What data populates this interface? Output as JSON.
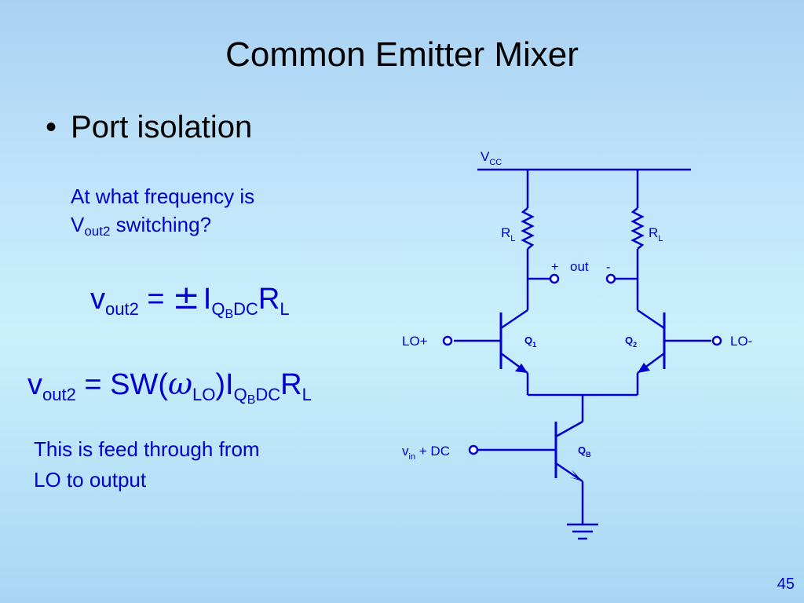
{
  "slide": {
    "title": "Common Emitter Mixer",
    "bullet": "Port isolation",
    "question_line1": "At what frequency is",
    "question_v": "V",
    "question_sub": "out2",
    "question_rest": " switching?",
    "eq1": {
      "v": "v",
      "sub_out2": "out2",
      "equals": " =",
      "pm": "±",
      "I": "I",
      "sub_Q": "Q",
      "sub_B": "B",
      "sub_DC": "DC",
      "R": "R",
      "sub_L": "L"
    },
    "eq2": {
      "v": "v",
      "sub_out2": "out2",
      "equals": " = ",
      "sw": "SW(",
      "omega": "ω",
      "sub_LO": "LO",
      "close": ")",
      "I": "I",
      "sub_Q": "Q",
      "sub_B": "B",
      "sub_DC": "DC",
      "R": "R",
      "sub_L": "L"
    },
    "feed_line1": "This is feed through from",
    "feed_line2": "LO to output",
    "page_number": "45"
  },
  "circuit": {
    "vcc_V": "V",
    "vcc_sub": "CC",
    "rl_R": "R",
    "rl_sub": "L",
    "out_plus": "+",
    "out_label": "out",
    "out_minus": "-",
    "lo_plus": "LO+",
    "lo_minus": "LO-",
    "q1": "Q",
    "q1_sub": "1",
    "q2": "Q",
    "q2_sub": "2",
    "vin": "v",
    "vin_sub": "in",
    "vin_rest": " + DC",
    "qb": "Q",
    "qb_sub": "B",
    "color": "#0000cc"
  }
}
